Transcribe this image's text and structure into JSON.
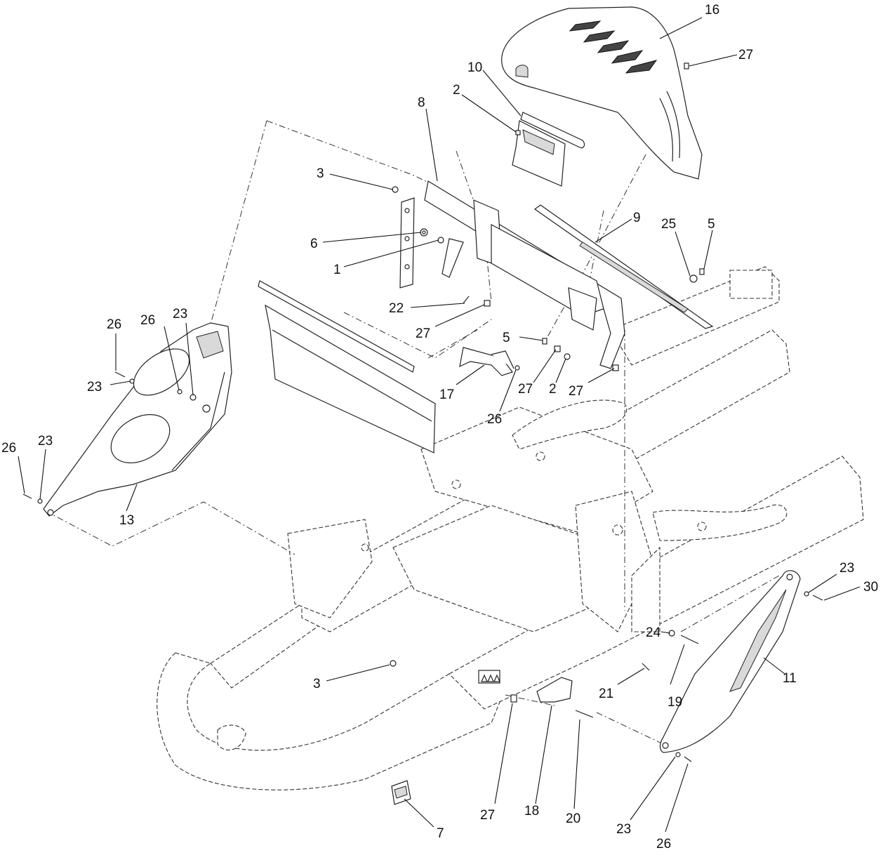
{
  "callouts": [
    {
      "id": "c16",
      "text": "16"
    },
    {
      "id": "c27a",
      "text": "27"
    },
    {
      "id": "c10",
      "text": "10"
    },
    {
      "id": "c2a",
      "text": "2"
    },
    {
      "id": "c8",
      "text": "8"
    },
    {
      "id": "c3a",
      "text": "3"
    },
    {
      "id": "c9",
      "text": "9"
    },
    {
      "id": "c25",
      "text": "25"
    },
    {
      "id": "c5a",
      "text": "5"
    },
    {
      "id": "c6",
      "text": "6"
    },
    {
      "id": "c1",
      "text": "1"
    },
    {
      "id": "c22",
      "text": "22"
    },
    {
      "id": "c27b",
      "text": "27"
    },
    {
      "id": "c5b",
      "text": "5"
    },
    {
      "id": "c27c",
      "text": "27"
    },
    {
      "id": "c2b",
      "text": "2"
    },
    {
      "id": "c27d",
      "text": "27"
    },
    {
      "id": "c17",
      "text": "17"
    },
    {
      "id": "c26a",
      "text": "26"
    },
    {
      "id": "c26b",
      "text": "26"
    },
    {
      "id": "c23a",
      "text": "23"
    },
    {
      "id": "c26c",
      "text": "26"
    },
    {
      "id": "c23b",
      "text": "23"
    },
    {
      "id": "c26d",
      "text": "26"
    },
    {
      "id": "c23c",
      "text": "23"
    },
    {
      "id": "c13",
      "text": "13"
    },
    {
      "id": "c23d",
      "text": "23"
    },
    {
      "id": "c30",
      "text": "30"
    },
    {
      "id": "c24",
      "text": "24"
    },
    {
      "id": "c11",
      "text": "11"
    },
    {
      "id": "c21",
      "text": "21"
    },
    {
      "id": "c19",
      "text": "19"
    },
    {
      "id": "c3b",
      "text": "3"
    },
    {
      "id": "c27e",
      "text": "27"
    },
    {
      "id": "c18",
      "text": "18"
    },
    {
      "id": "c20",
      "text": "20"
    },
    {
      "id": "c23e",
      "text": "23"
    },
    {
      "id": "c26e",
      "text": "26"
    },
    {
      "id": "c7",
      "text": "7"
    }
  ]
}
